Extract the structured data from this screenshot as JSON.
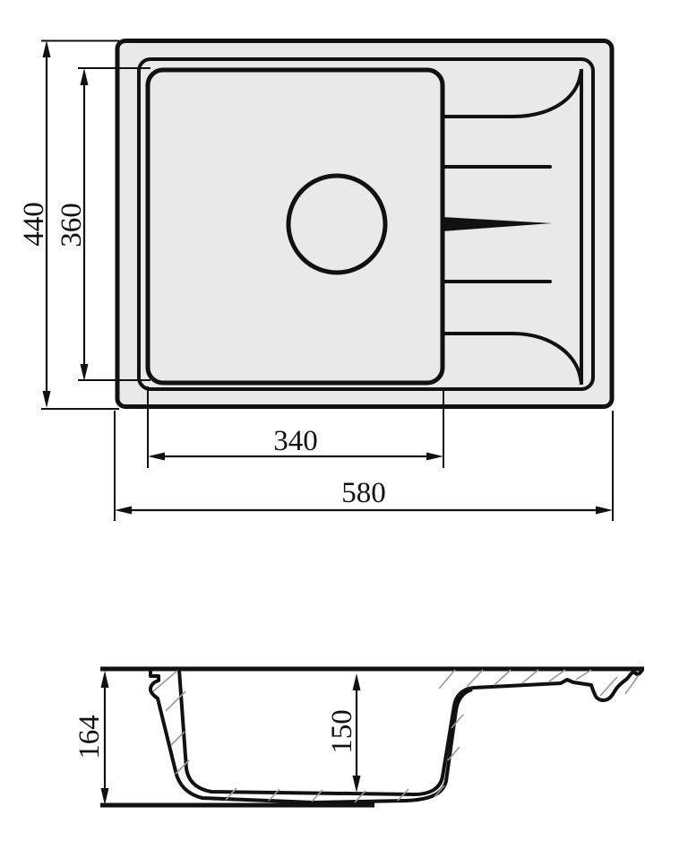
{
  "drawing": {
    "type": "technical-dimension-drawing",
    "subject": "kitchen sink with single bowl and drainboard - plan view and cross-section view",
    "colors": {
      "line": "#111111",
      "sink_fill": "#e9e9e9",
      "hatch": "#999999",
      "background": "#ffffff"
    },
    "plan_view": {
      "dim_overall_depth": "440",
      "dim_bowl_depth": "360",
      "dim_bowl_width": "340",
      "dim_overall_width": "580"
    },
    "section_view": {
      "dim_overall_height": "164",
      "dim_bowl_inner_depth": "150"
    }
  }
}
